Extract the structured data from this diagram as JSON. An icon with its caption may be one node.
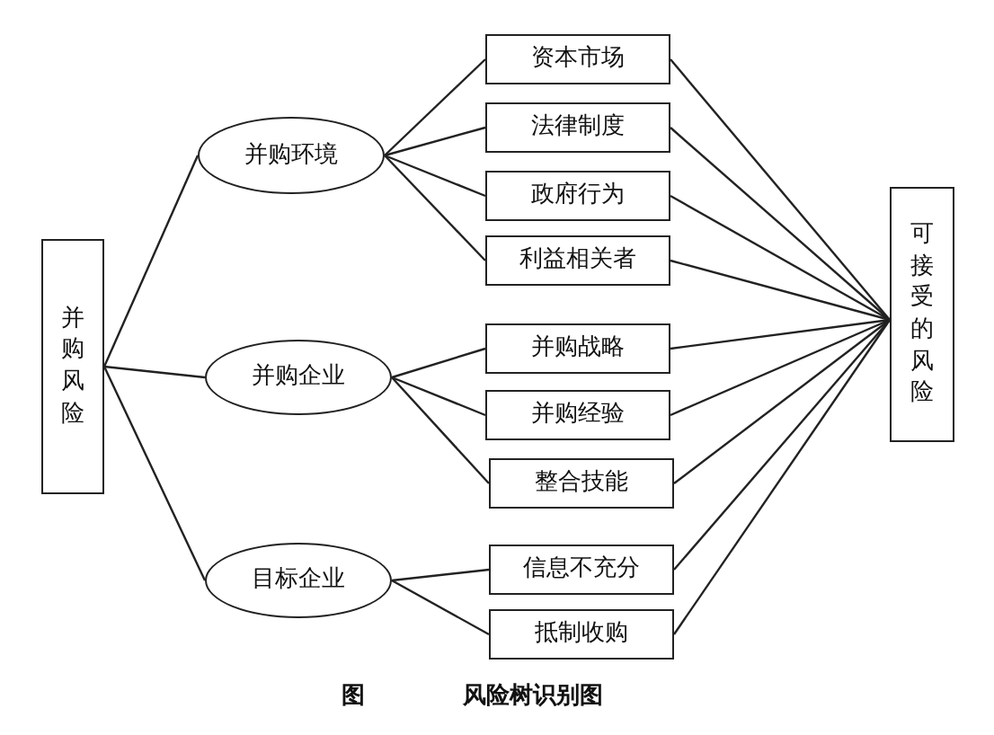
{
  "diagram": {
    "caption": "图 风险树识别图",
    "nodes": [
      {
        "text": [
          "并购风险"
        ]
      },
      {
        "text": [
          "并购环境"
        ]
      },
      {
        "text": [
          "并购企业"
        ]
      },
      {
        "text": [
          "目标企业"
        ]
      },
      {
        "text": [
          "资本市场"
        ]
      },
      {
        "text": [
          "法律制度"
        ]
      },
      {
        "text": [
          "政府行为"
        ]
      },
      {
        "text": [
          "利益相关者"
        ]
      },
      {
        "text": [
          "并购战略"
        ]
      },
      {
        "text": [
          "并购经验"
        ]
      },
      {
        "text": [
          "整合技能"
        ]
      },
      {
        "text": [
          "信息不充分"
        ]
      },
      {
        "text": [
          "抵制收购"
        ]
      },
      {
        "text": [
          "可接受的风险"
        ]
      }
    ],
    "edges": [
      {
        "from": 0,
        "to": 1,
        "arrow": "none"
      },
      {
        "from": 0,
        "to": 2,
        "arrow": "none"
      },
      {
        "from": 0,
        "to": 3,
        "arrow": "none"
      },
      {
        "from": 1,
        "to": 4,
        "arrow": "none"
      },
      {
        "from": 1,
        "to": 5,
        "arrow": "none"
      },
      {
        "from": 1,
        "to": 6,
        "arrow": "none"
      },
      {
        "from": 1,
        "to": 7,
        "arrow": "none"
      },
      {
        "from": 2,
        "to": 8,
        "arrow": "none"
      },
      {
        "from": 2,
        "to": 9,
        "arrow": "none"
      },
      {
        "from": 2,
        "to": 10,
        "arrow": "none"
      },
      {
        "from": 3,
        "to": 11,
        "arrow": "none"
      },
      {
        "from": 3,
        "to": 12,
        "arrow": "none"
      },
      {
        "from": 4,
        "to": 13,
        "arrow": "none"
      },
      {
        "from": 5,
        "to": 13,
        "arrow": "none"
      },
      {
        "from": 6,
        "to": 13,
        "arrow": "none"
      },
      {
        "from": 7,
        "to": 13,
        "arrow": "none"
      },
      {
        "from": 8,
        "to": 13,
        "arrow": "none"
      },
      {
        "from": 9,
        "to": 13,
        "arrow": "none"
      },
      {
        "from": 10,
        "to": 13,
        "arrow": "none"
      },
      {
        "from": 11,
        "to": 13,
        "arrow": "none"
      },
      {
        "from": 12,
        "to": 13,
        "arrow": "none"
      }
    ]
  }
}
